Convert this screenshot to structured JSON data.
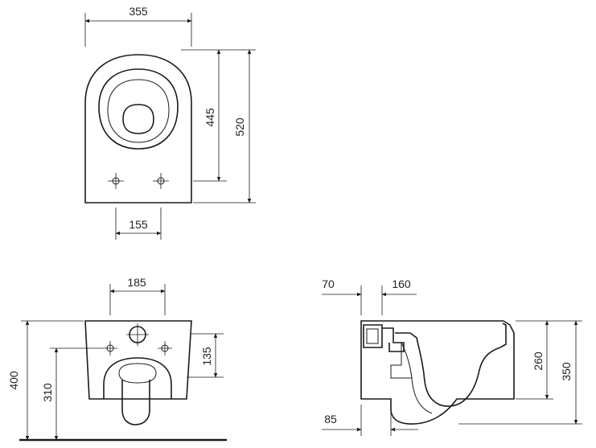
{
  "drawing": {
    "top_view": {
      "width": "355",
      "length_to_holes": "445",
      "length_total": "520",
      "hole_spacing": "155"
    },
    "front_view": {
      "bolt_spacing": "185",
      "bolt_height": "135",
      "outlet_height": "310",
      "mount_height": "400"
    },
    "side_view": {
      "inlet_offset": "70",
      "connector_offset": "160",
      "outlet_offset": "85",
      "rim_height": "260",
      "total_height": "350"
    }
  }
}
